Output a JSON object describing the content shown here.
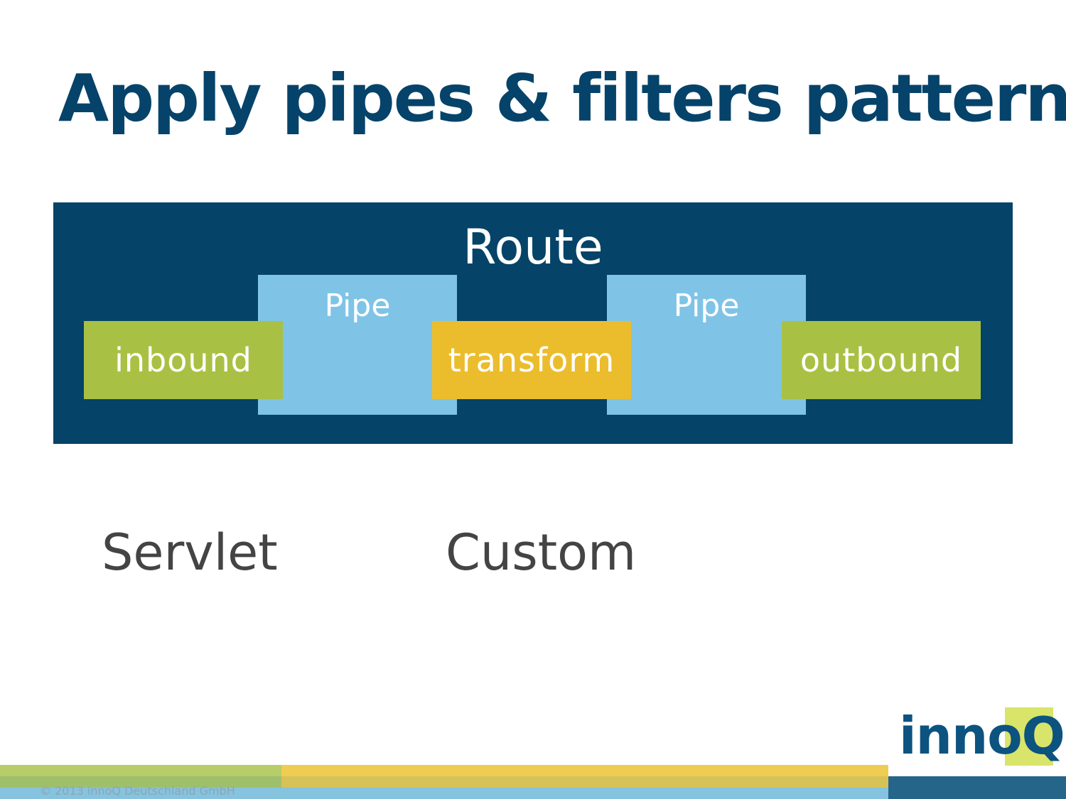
{
  "title": "Apply pipes & filters pattern",
  "diagram": {
    "route_label": "Route",
    "pipes": [
      {
        "label": "Pipe"
      },
      {
        "label": "Pipe"
      }
    ],
    "filters": [
      {
        "label": "inbound"
      },
      {
        "label": "transform"
      },
      {
        "label": "outbound"
      }
    ]
  },
  "labels": {
    "servlet": "Servlet",
    "custom": "Custom"
  },
  "footer": {
    "copyright": "© 2013 innoQ Deutschland GmbH",
    "logo_text": "innoQ"
  },
  "colors": {
    "title": "#06436a",
    "route_bg": "#064368",
    "pipe": "#7fc4e6",
    "filter_green": "#a8c144",
    "filter_yellow": "#ebbd2d"
  }
}
